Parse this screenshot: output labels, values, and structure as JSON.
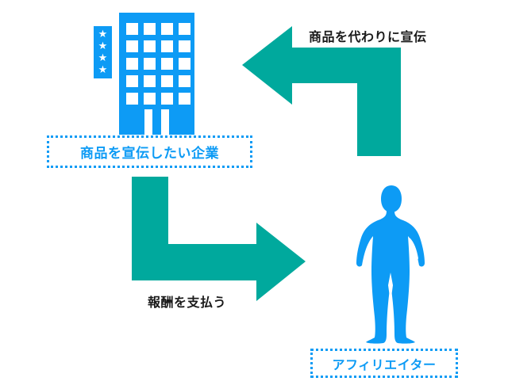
{
  "diagram": {
    "title_text": "",
    "background_color": "#ffffff",
    "colors": {
      "blue": "#0d9bf5",
      "teal": "#00a99d",
      "text_black": "#1a1a1a",
      "white": "#ffffff"
    }
  },
  "nodes": {
    "company": {
      "label": "商品を宣伝したい企業",
      "icon": "office-building-icon",
      "stars": 4,
      "window_rows": 5,
      "window_cols": 4
    },
    "affiliate": {
      "label": "アフィリエイター",
      "icon": "standing-person-icon"
    }
  },
  "flows": {
    "top": {
      "caption": "商品を代わりに宣伝",
      "direction": "affiliate-to-company",
      "color": "#00a99d",
      "icon": "elbow-arrow-left-icon"
    },
    "bottom": {
      "caption": "報酬を支払う",
      "direction": "company-to-affiliate",
      "color": "#00a99d",
      "icon": "elbow-arrow-right-icon"
    }
  }
}
